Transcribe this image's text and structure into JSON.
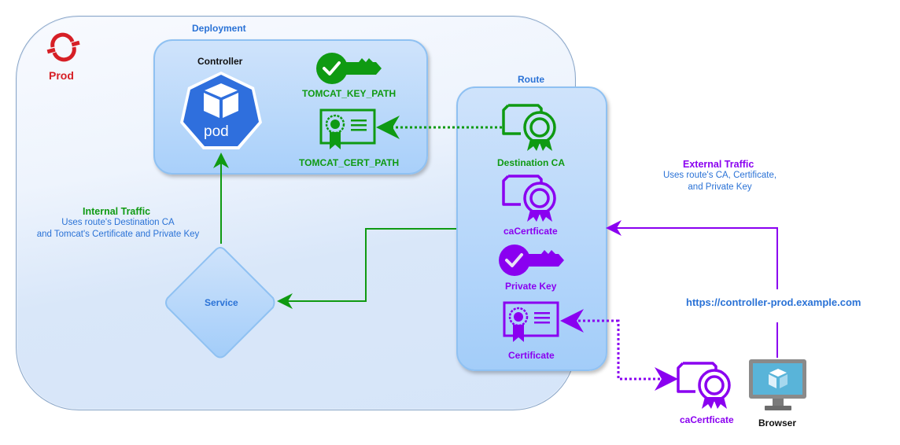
{
  "environment": {
    "label": "Prod",
    "icon": "openshift-icon"
  },
  "deployment": {
    "title": "Deployment",
    "controller_label": "Controller",
    "pod_label": "pod",
    "key_label": "TOMCAT_KEY_PATH",
    "cert_label": "TOMCAT_CERT_PATH"
  },
  "route": {
    "title": "Route",
    "items": [
      {
        "label": "Destination CA",
        "icon": "ca-certificate-icon",
        "color": "#0f9a12"
      },
      {
        "label": "caCertficate",
        "icon": "ca-certificate-icon",
        "color": "#8a00f0"
      },
      {
        "label": "Private Key",
        "icon": "key-icon",
        "color": "#8a00f0"
      },
      {
        "label": "Certificate",
        "icon": "certificate-icon",
        "color": "#8a00f0"
      }
    ]
  },
  "service": {
    "label": "Service"
  },
  "internal_traffic": {
    "title": "Internal Traffic",
    "line1": "Uses route's Destination CA",
    "line2": "and Tomcat's Certificate and Private Key"
  },
  "external_traffic": {
    "title": "External Traffic",
    "line1": "Uses route's CA, Certificate,",
    "line2": "and Private Key"
  },
  "url": "https://controller-prod.example.com",
  "browser": {
    "label": "Browser",
    "ca_label": "caCertficate"
  },
  "colors": {
    "green": "#0f9a12",
    "purple": "#8a00f0",
    "blue": "#2a72d6",
    "red": "#d61f26"
  }
}
